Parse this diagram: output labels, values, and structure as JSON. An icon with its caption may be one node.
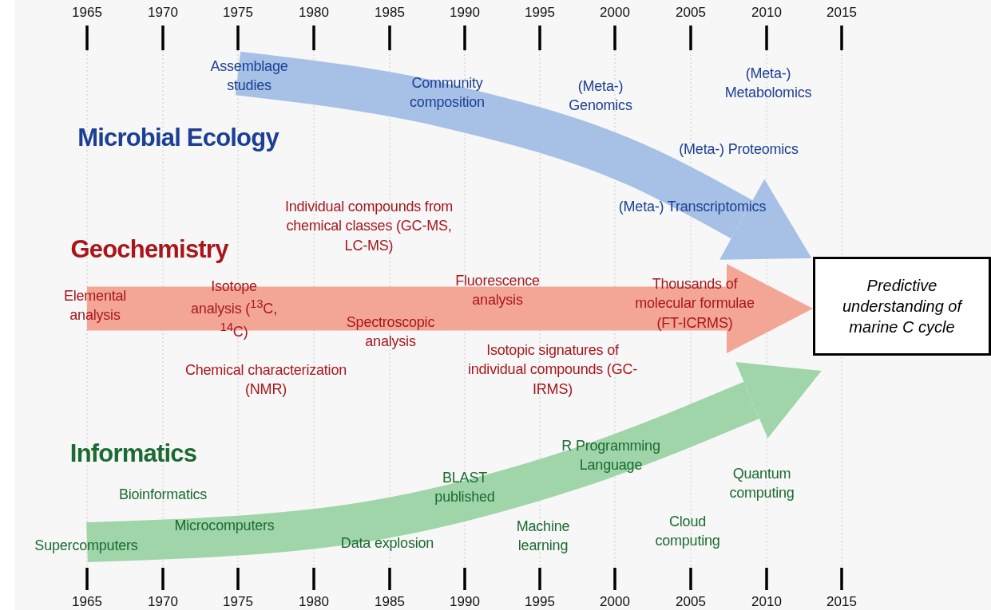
{
  "diagram": {
    "nodes": [
      {
        "text": [
          "Assemblage studies"
        ]
      },
      {
        "text": [
          "Elemental analysis"
        ]
      },
      {
        "text": [
          "Predictive understanding of marine C cycle"
        ]
      },
      {
        "text": [
          "Supercomputers"
        ]
      }
    ],
    "edges": [
      {
        "from": 0,
        "to": 2,
        "arrow": "to",
        "color": "#a6c0e6"
      },
      {
        "from": 1,
        "to": 2,
        "arrow": "to",
        "color": "#f4a696"
      },
      {
        "from": 3,
        "to": 2,
        "arrow": "to",
        "color": "#a0d5aa"
      }
    ],
    "labels": [
      "1965",
      "1970",
      "1975",
      "1980",
      "1985",
      "1990",
      "1995",
      "2000",
      "2005",
      "2010",
      "2015",
      "Community composition",
      "(Meta-) Genomics",
      "(Meta-) Metabolomics",
      "Microbial Ecology",
      "(Meta-) Proteomics",
      "Individual compounds from chemical classes (GC-MS, LC-MS)",
      "(Meta-) Transcriptomics",
      "Geochemistry",
      "Isotope analysis ($^{13}$C, $^{14}$C)",
      "Fluorescence analysis",
      "Thousands of molecular formulae (FT-ICRMS)",
      "Spectroscopic analysis",
      "Chemical characterization (NMR)",
      "Isotopic signatures of individual compounds (GC-IRMS)",
      "Informatics",
      "R Programming Language",
      "Bioinformatics",
      "BLAST published",
      "Quantum computing",
      "Microcomputers",
      "Data explosion",
      "Machine learning",
      "Cloud computing",
      "1965",
      "1970",
      "1975",
      "1980",
      "1985",
      "1990",
      "1995",
      "2000",
      "2005",
      "2010",
      "2015"
    ]
  }
}
